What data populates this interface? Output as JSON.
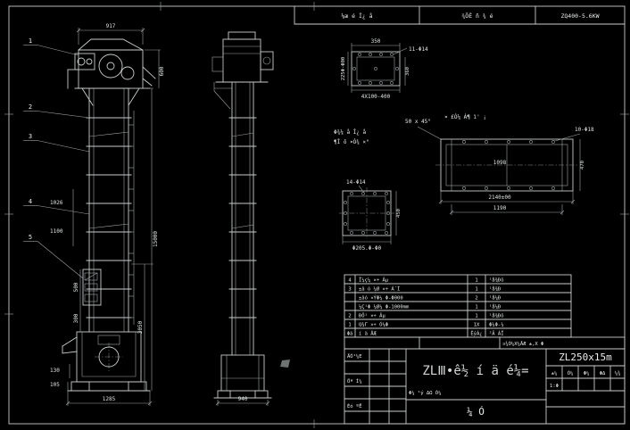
{
  "colors": {
    "bg": "#000000",
    "line": "#c9cdce",
    "dim_line": "#9fa4a6",
    "text": "#e9ecec"
  },
  "top_strip": {
    "c1": "⅛æ é Î¿ å",
    "c2": "¾ÕÊ ñ ¾ é",
    "c3": "ZQ400-5.6KW"
  },
  "front": {
    "b1": "1",
    "b2": "2",
    "b3": "3",
    "b4": "4",
    "b5": "5",
    "d917": "917",
    "d600": "600",
    "d15000": "15000",
    "d3050": "3050",
    "d1026": "1026",
    "d1100": "1100",
    "d500": "500",
    "d300": "300",
    "d130": "130",
    "d105": "105",
    "d1285": "1285"
  },
  "side": {
    "d940": "940"
  },
  "flange_detail": {
    "d350": "350",
    "holes": "11-Φ14",
    "d4x": "4X100-400",
    "dleft": "225Φ-Φ00",
    "dright": "360",
    "note1": "Φ¾¼ å Î¿ å",
    "note2": "¶Î ô ¤Ó¾ ×°"
  },
  "casing_detail": {
    "note": "¤ £Ó¼ Á¶ ì' ¡",
    "chamfer": "50 x 45°",
    "holes": "10-Φ18",
    "d1098": "1098",
    "d470": "470",
    "d2140": "2140±00",
    "d1190": "1190"
  },
  "boot_detail": {
    "holes": "14-Φ14",
    "dright": "450",
    "dbottom": "Φ205.Φ-Φ0"
  },
  "parts": {
    "rows": [
      {
        "no": "4",
        "name": "Î¼ç¼ ×÷ Âμ",
        "qty": "1",
        "mat": "¹å¾Ðô"
      },
      {
        "no": "3",
        "name": "±ä ó ¼Ø ×÷ Á´Í",
        "qty": "1",
        "mat": "¹å¾Ð"
      },
      {
        "no": "",
        "name": "±äó ×ÝΦ¼ Φ-Φ000",
        "qty": "2",
        "mat": "¹å¼Ð"
      },
      {
        "no": "",
        "name": "¼Ç¹Φ ¼Ø¼ Φ-1000mm",
        "qty": "1",
        "mat": "¹å¼Ð"
      },
      {
        "no": "2",
        "name": "ÐÖ¹ ×÷ Âμ",
        "qty": "1",
        "mat": "¹å¾Ðô"
      },
      {
        "no": "1",
        "name": "Q¾Γ ×÷ Ó¼Φ",
        "qty": "1X",
        "mat": "Φ¼Φ-¼"
      },
      {
        "no": "Φä",
        "name": "í ä ÅÆ",
        "qty": "ÊýÁ¿",
        "mat": "²Ä ÁÏ"
      }
    ]
  },
  "title_block": {
    "row_note": "¤¾Ò¼X¼ÅÆ ±,X Φ",
    "sign1": "ÄÓ¹¼E",
    "sign2": "Öª Í¼",
    "sign3": "Éó ºË",
    "main_title": "ZLⅢ•ê½ í ä é¼=",
    "sub_note": "Φ¼ ¹ý ΔΩ Ó¼",
    "bottom_label": "¼ Ó",
    "model": "ZL250x15m",
    "cells": [
      "±¼",
      "Ò¼",
      "Φ¼",
      "ΦΔ",
      "¼¾"
    ],
    "scale": "1:Φ"
  }
}
